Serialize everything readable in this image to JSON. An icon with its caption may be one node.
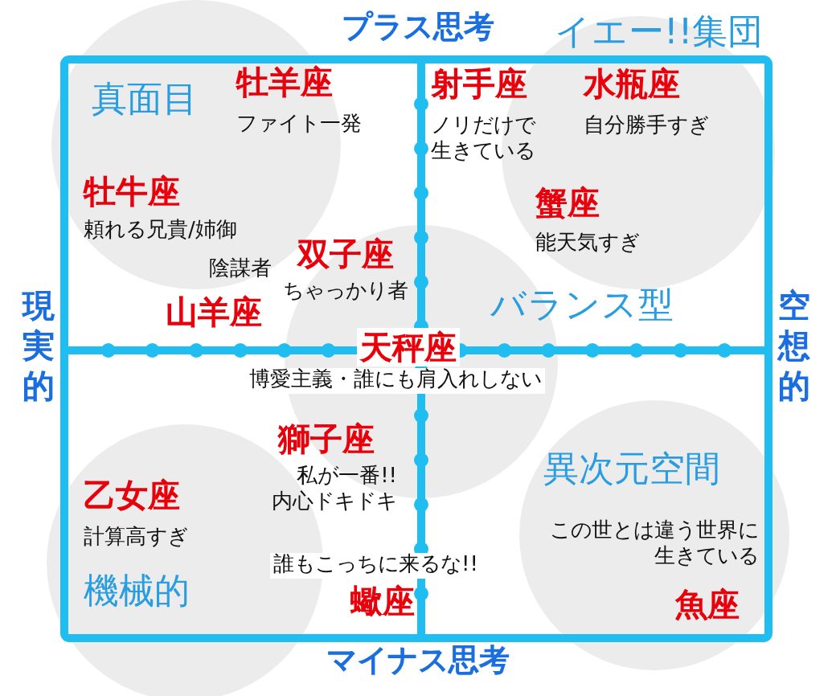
{
  "diagram": {
    "nodes": [
      {
        "text": [
          "真面目"
        ]
      },
      {
        "text": [
          "イエー!!集団"
        ]
      },
      {
        "text": [
          "バランス型"
        ]
      },
      {
        "text": [
          "機械的"
        ]
      },
      {
        "text": [
          "異次元空間"
        ]
      }
    ],
    "labels": [
      "プラス思考",
      "牡羊座",
      "ファイト一発",
      "射手座",
      "ノリだけで生きている",
      "水瓶座",
      "自分勝手すぎ",
      "牡牛座",
      "頼れる兄貴/姉御",
      "蟹座",
      "能天気すぎ",
      "陰謀者",
      "双子座",
      "ちゃっかり者",
      "山羊座",
      "現実的",
      "天秤座",
      "空想的",
      "博愛主義・誰にも肩入れしない",
      "獅子座",
      "私が一番!!内心ドキドキ",
      "乙女座",
      "計算高すぎ",
      "この世とは違う世界に生きている",
      "誰もこっちに来るな!!",
      "蠍座",
      "魚座",
      "マイナス思考"
    ]
  }
}
